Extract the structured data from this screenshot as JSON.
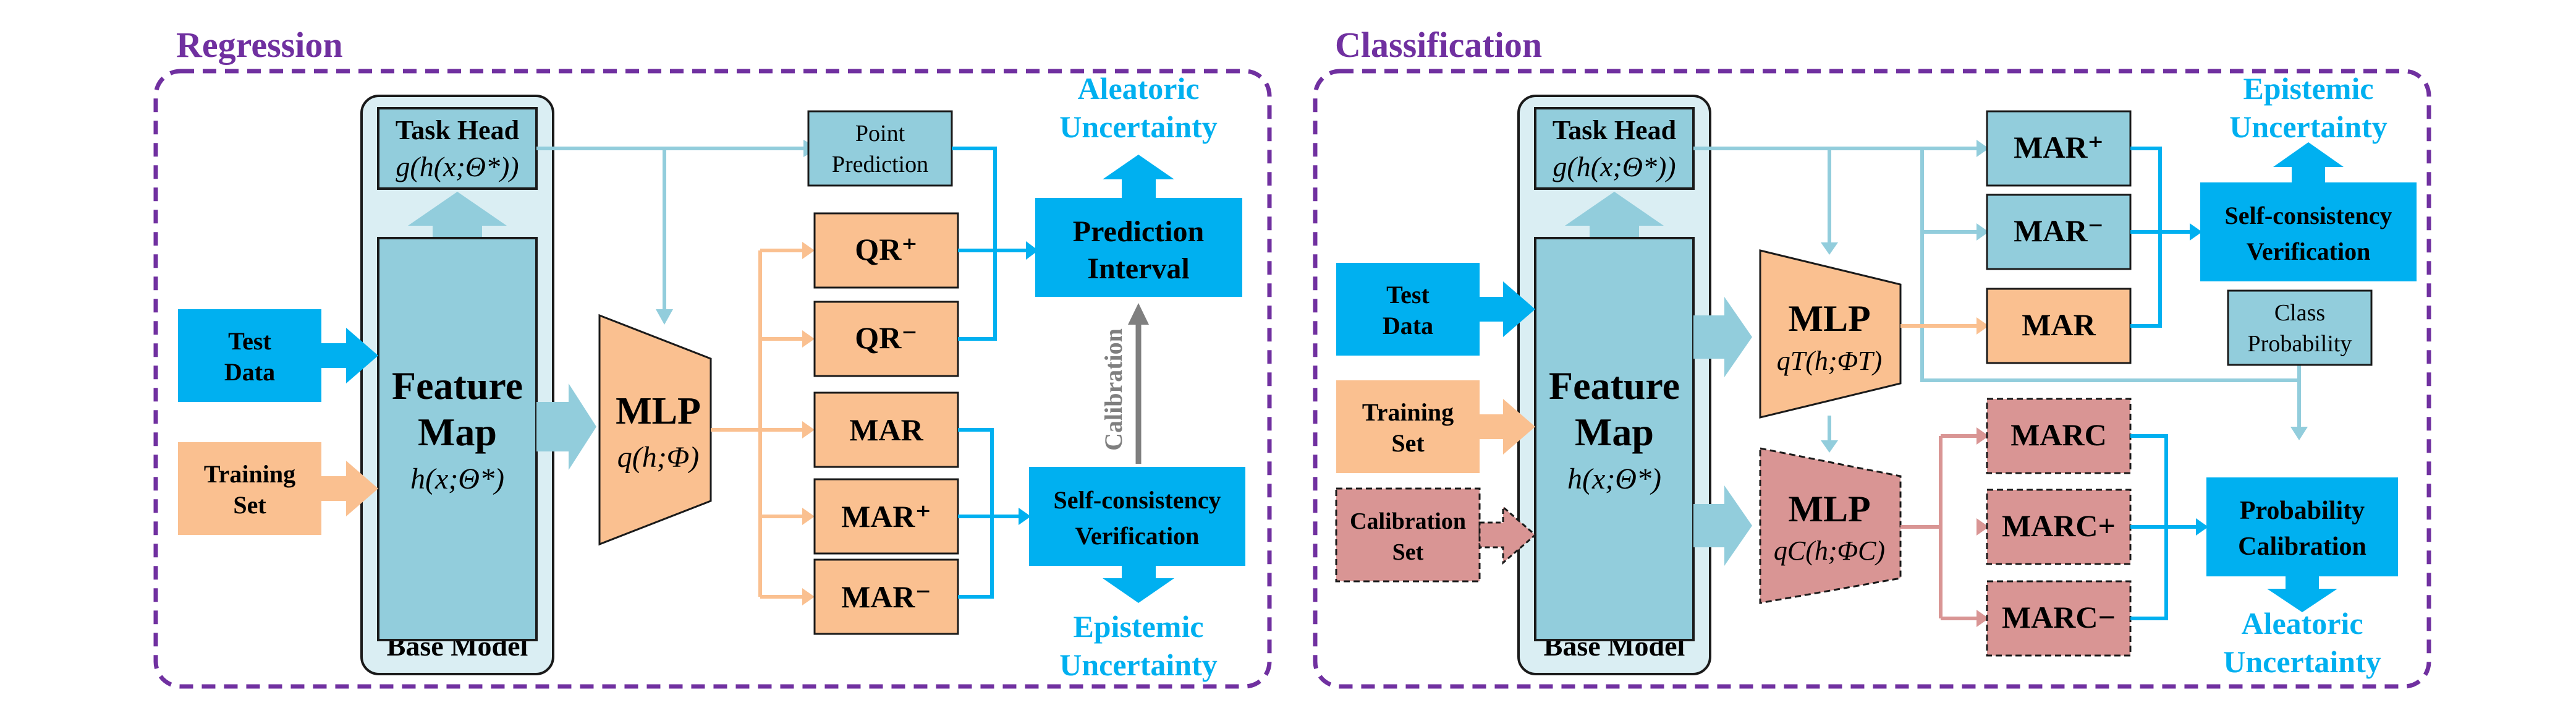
{
  "colors": {
    "purple": "#7030A0",
    "blue": "#00B0F0",
    "light_blue": "#92CDDC",
    "lighter_blue": "#DAEEF3",
    "orange": "#FAC090",
    "pink": "#D99594",
    "gray": "#7F7F7F",
    "dark": "#1A1A1A"
  },
  "regression": {
    "title": "Regression",
    "base_model": "Base Model",
    "task_head": {
      "title": "Task Head",
      "formula": "g(h(x;Θ*))"
    },
    "feature_map": {
      "line1": "Feature",
      "line2": "Map",
      "formula": "h(x;Θ*)"
    },
    "test_data": {
      "line1": "Test",
      "line2": "Data"
    },
    "training_set": {
      "line1": "Training",
      "line2": "Set"
    },
    "mlp": {
      "title": "MLP",
      "formula": "q(h;Φ)"
    },
    "point_prediction": {
      "line1": "Point",
      "line2": "Prediction"
    },
    "outputs": {
      "qr_plus": "QR⁺",
      "qr_minus": "QR⁻",
      "mar": "MAR",
      "mar_plus": "MAR⁺",
      "mar_minus": "MAR⁻"
    },
    "prediction_interval": {
      "line1": "Prediction",
      "line2": "Interval"
    },
    "self_consistency": {
      "line1": "Self-consistency",
      "line2": "Verification"
    },
    "calibration": "Calibration",
    "aleatoric": {
      "line1": "Aleatoric",
      "line2": "Uncertainty"
    },
    "epistemic": {
      "line1": "Epistemic",
      "line2": "Uncertainty"
    }
  },
  "classification": {
    "title": "Classification",
    "base_model": "Base Model",
    "task_head": {
      "title": "Task Head",
      "formula": "g(h(x;Θ*))"
    },
    "feature_map": {
      "line1": "Feature",
      "line2": "Map",
      "formula": "h(x;Θ*)"
    },
    "test_data": {
      "line1": "Test",
      "line2": "Data"
    },
    "training_set": {
      "line1": "Training",
      "line2": "Set"
    },
    "calibration_set": {
      "line1": "Calibration",
      "line2": "Set"
    },
    "mlp_t": {
      "title": "MLP",
      "formula": "qT(h;ΦT)"
    },
    "mlp_c": {
      "title": "MLP",
      "formula": "qC(h;ΦC)"
    },
    "outputs": {
      "mar_plus": "MAR⁺",
      "mar_minus": "MAR⁻",
      "mar": "MAR",
      "mar_c": "MARC",
      "mar_c_plus": "MARC+",
      "mar_c_minus": "MARC−"
    },
    "class_probability": {
      "line1": "Class",
      "line2": "Probability"
    },
    "self_consistency": {
      "line1": "Self-consistency",
      "line2": "Verification"
    },
    "probability_calibration": {
      "line1": "Probability",
      "line2": "Calibration"
    },
    "epistemic": {
      "line1": "Epistemic",
      "line2": "Uncertainty"
    },
    "aleatoric": {
      "line1": "Aleatoric",
      "line2": "Uncertainty"
    }
  }
}
